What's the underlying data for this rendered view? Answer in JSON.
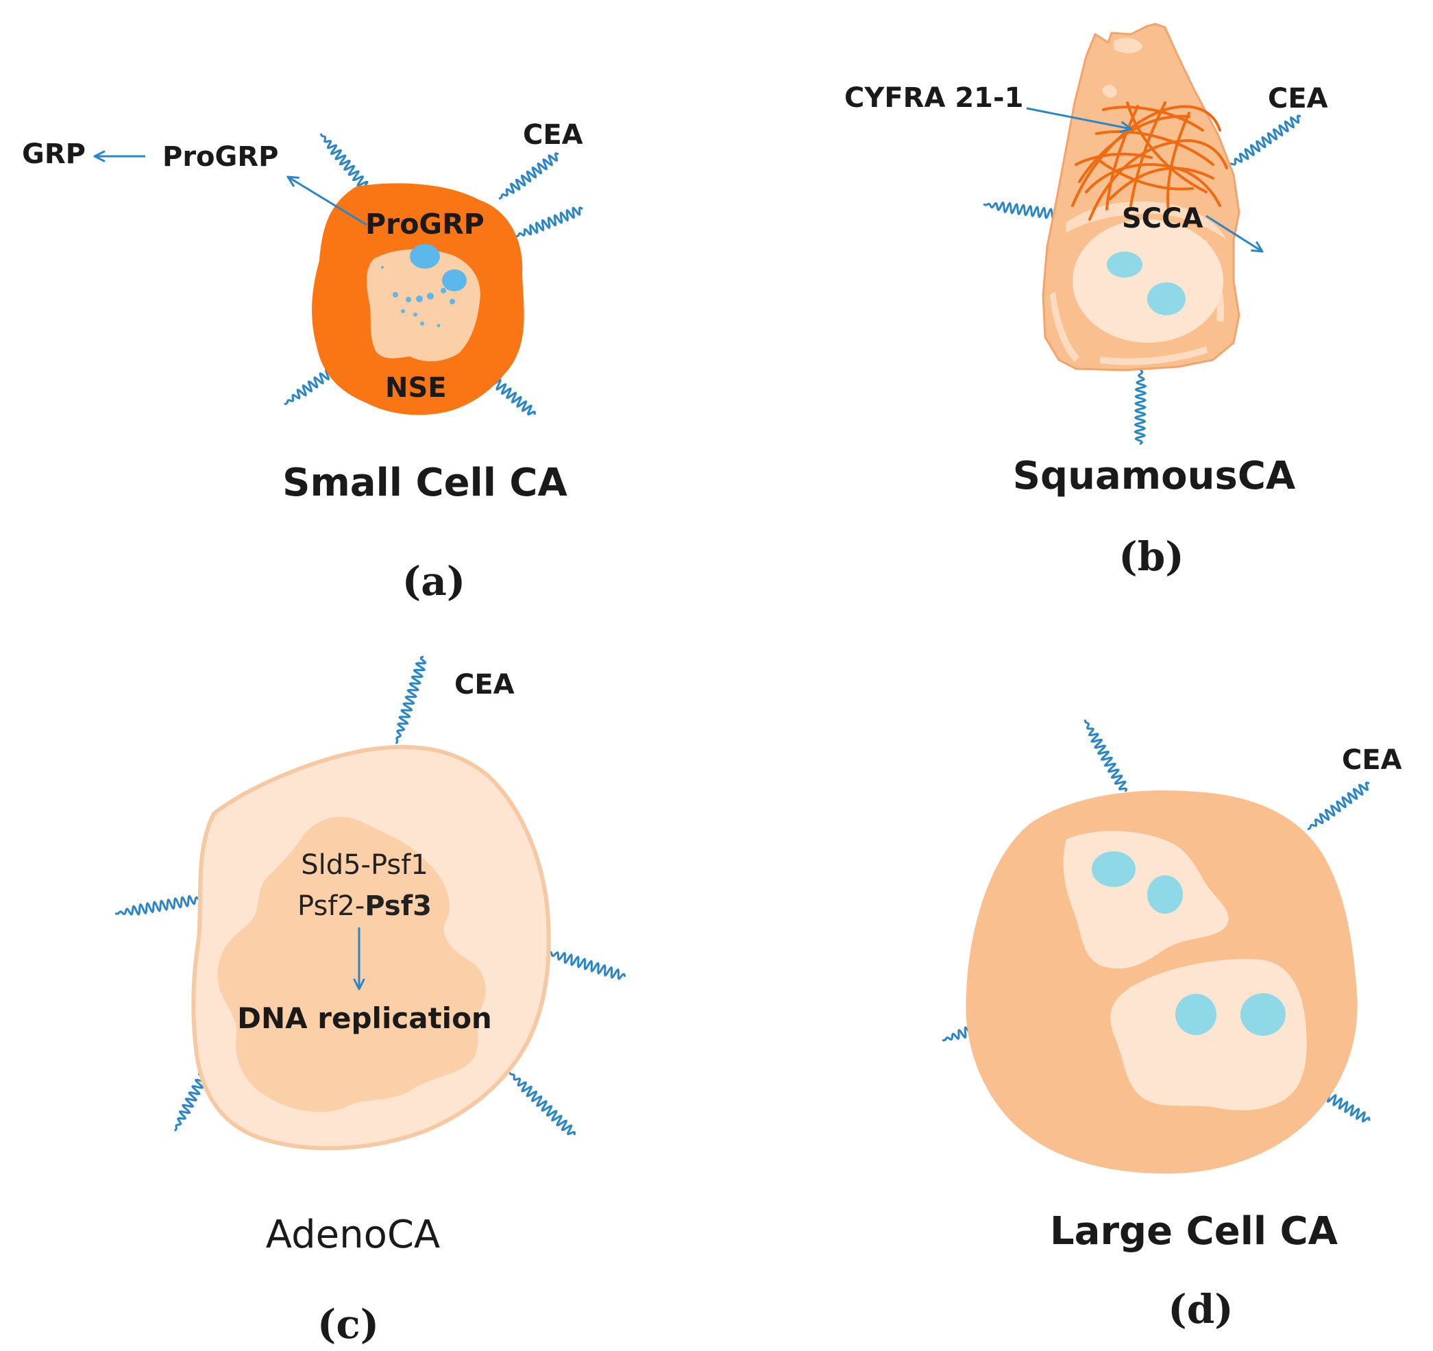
{
  "colors": {
    "dark_orange": "#fa7514",
    "light_orange": "#f9bf8f",
    "pale_peach": "#fde5d2",
    "nucleus_peach": "#fbcfa8",
    "blue": "#2a86c7",
    "nucleolus_blue": "#5cb7ea",
    "light_blue": "#8ed8e8",
    "filament": "#f06a10"
  },
  "panels": {
    "a": {
      "cell_type": "Small Cell CA",
      "caption": "(a)",
      "markers": {
        "grp": "GRP",
        "progrp_secreted": "ProGRP",
        "progrp_internal": "ProGRP",
        "nse": "NSE",
        "cea": "CEA"
      }
    },
    "b": {
      "cell_type": "SquamousCA",
      "caption": "(b)",
      "markers": {
        "cyfra": "CYFRA 21-1",
        "cea": "CEA",
        "scca": "SCCA"
      }
    },
    "c": {
      "cell_type": "AdenoCA",
      "caption": "(c)",
      "markers": {
        "cea": "CEA",
        "line1": "Sld5-Psf1",
        "line2_prefix": "Psf2-",
        "line2_bold": "Psf3",
        "outcome": "DNA replication"
      }
    },
    "d": {
      "cell_type": "Large Cell CA",
      "caption": "(d)",
      "markers": {
        "cea": "CEA"
      }
    }
  }
}
